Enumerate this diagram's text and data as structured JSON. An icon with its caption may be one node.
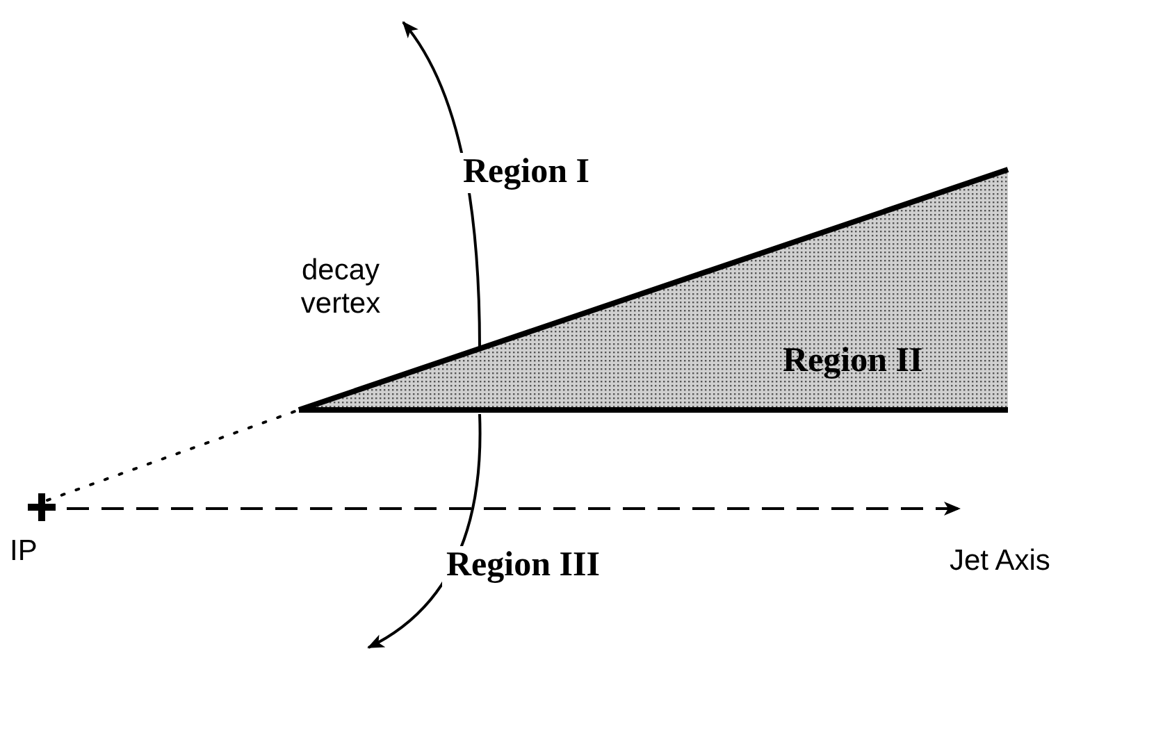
{
  "diagram": {
    "nodes": [
      {
        "text": [
          "IP"
        ]
      },
      {
        "text": [
          "Region II"
        ]
      }
    ],
    "edges": [
      {
        "from": 0,
        "to": 1,
        "arrow": "none",
        "style": "dashed"
      },
      {
        "from": 0,
        "to": null,
        "arrow": "to",
        "style": "dashed"
      },
      {
        "from": 1,
        "to": null,
        "arrow": "to",
        "label": "Region I"
      },
      {
        "from": 1,
        "to": null,
        "arrow": "to",
        "label": "Region III"
      }
    ],
    "labels": [
      "decay vertex",
      "Jet Axis"
    ]
  }
}
